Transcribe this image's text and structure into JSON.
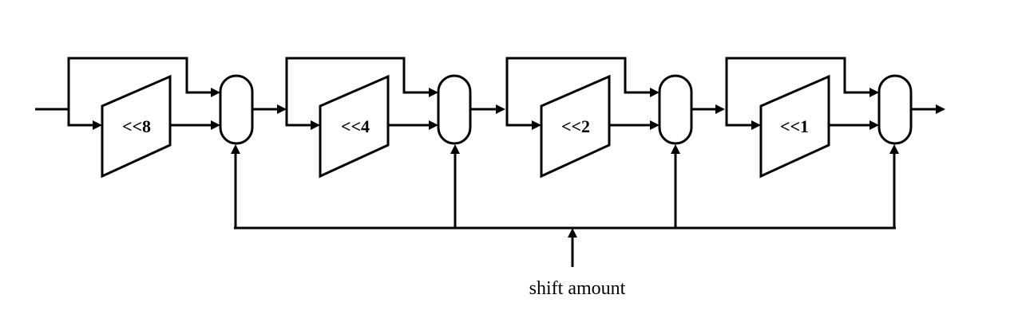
{
  "stages": [
    {
      "shift_label": "<<8"
    },
    {
      "shift_label": "<<4"
    },
    {
      "shift_label": "<<2"
    },
    {
      "shift_label": "<<1"
    }
  ],
  "control_label": "shift amount"
}
